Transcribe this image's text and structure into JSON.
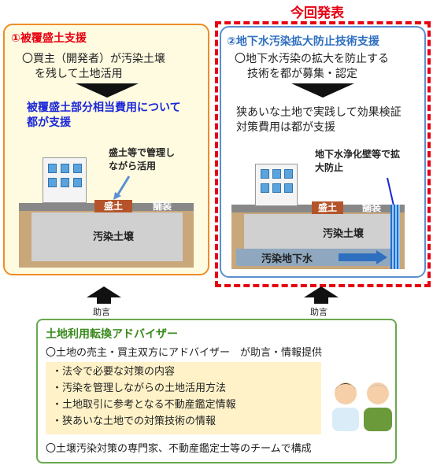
{
  "announcement": "今回発表",
  "left_panel": {
    "title": "①被覆盛土支援",
    "line1": "〇買主（開発者）が汚染土壌",
    "line2": "を残して土地活用",
    "result_line1": "被覆盛土部分相当費用について",
    "result_line2": "都が支援",
    "callout_line1": "盛土等で管理し",
    "callout_line2": "ながら活用",
    "label_mound": "盛土",
    "label_pavement": "舗装",
    "label_soil": "汚染土壌"
  },
  "right_panel": {
    "title": "②地下水汚染拡大防止技術支援",
    "line1": "〇地下水汚染の拡大を防止する",
    "line2": "技術を都が募集・認定",
    "line3": "狭あいな土地で実践して効果検証",
    "line4": "対策費用は都が支援",
    "callout_line1": "地下水浄化壁等で拡",
    "callout_line2": "大防止",
    "label_mound": "盛土",
    "label_pavement": "舗装",
    "label_soil": "汚染土壌",
    "label_groundwater": "汚染地下水"
  },
  "advice_label": "助言",
  "advisor": {
    "title": "土地利用転換アドバイザー",
    "intro": "〇土地の売主・買主双方にアドバイザー　が助言・情報提供",
    "items": [
      "・法令で必要な対策の内容",
      "・汚染を管理しながらの土地活用方法",
      "・土地取引に参考となる不動産鑑定情報",
      "・狭あいな土地での対策技術の情報"
    ],
    "footer": "〇土壌汚染対策の専門家、不動産鑑定士等のチームで構成"
  },
  "colors": {
    "accent_red": "#e60012",
    "left_border": "#f08c28",
    "right_border": "#5b8fd0",
    "advisor_green": "#6aa84f",
    "emphasis_blue": "#1a26d8"
  }
}
